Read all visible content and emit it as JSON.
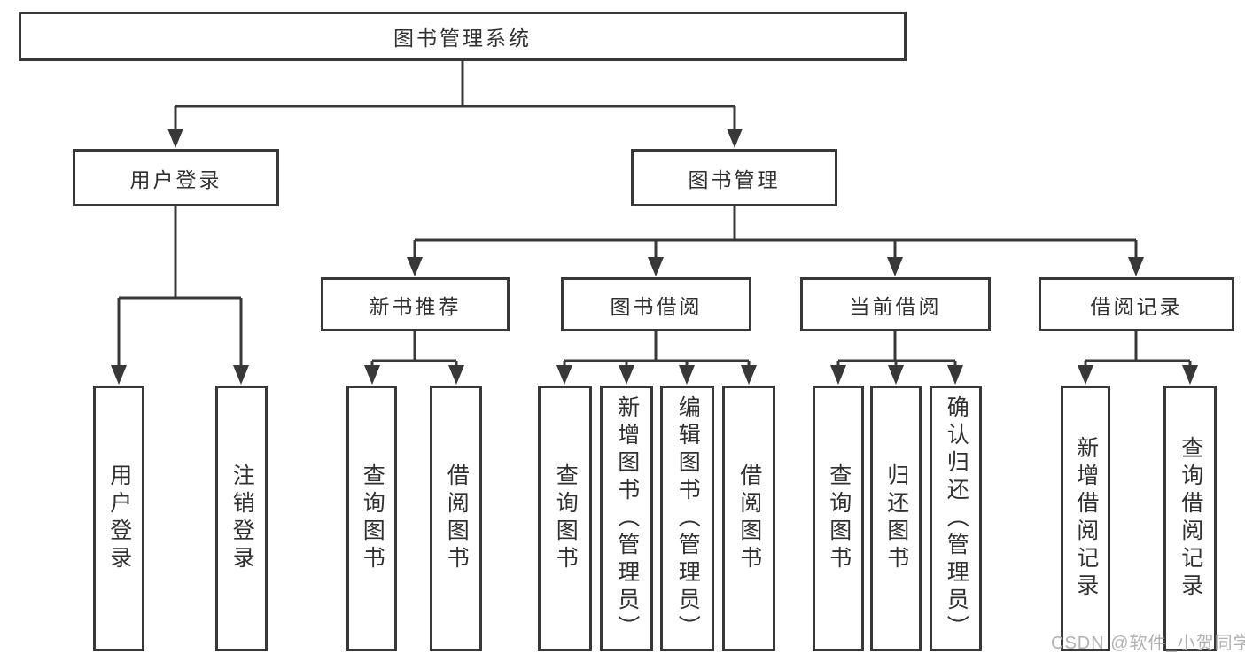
{
  "diagram": {
    "root": {
      "label": "图书管理系统"
    },
    "user_login": {
      "label": "用户登录",
      "children": [
        {
          "label": "用户登录"
        },
        {
          "label": "注销登录"
        }
      ]
    },
    "book_management": {
      "label": "图书管理",
      "modules": [
        {
          "label": "新书推荐",
          "children": [
            {
              "label": "查询图书"
            },
            {
              "label": "借阅图书"
            }
          ]
        },
        {
          "label": "图书借阅",
          "children": [
            {
              "label": "查询图书"
            },
            {
              "label": "新增图书（管理员）"
            },
            {
              "label": "编辑图书（管理员）"
            },
            {
              "label": "借阅图书"
            }
          ]
        },
        {
          "label": "当前借阅",
          "children": [
            {
              "label": "查询图书"
            },
            {
              "label": "归还图书"
            },
            {
              "label": "确认归还（管理员）"
            }
          ]
        },
        {
          "label": "借阅记录",
          "children": [
            {
              "label": "新增借阅记录"
            },
            {
              "label": "查询借阅记录"
            }
          ]
        }
      ]
    }
  },
  "watermark": {
    "text": "CSDN @软件_小贺同学"
  },
  "colors": {
    "line": "#383838",
    "text": "#303030",
    "watermark": "#b2b2b2",
    "background": "#ffffff"
  }
}
